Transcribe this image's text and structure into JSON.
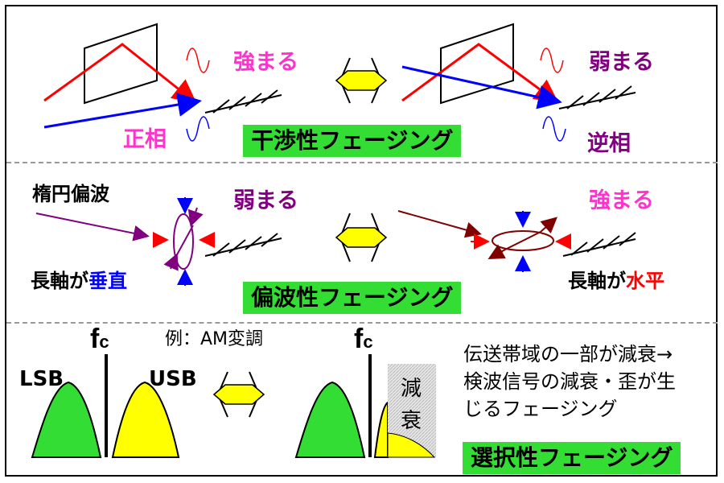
{
  "interference": {
    "title": "干渉性フェージング",
    "strengthen": "強まる",
    "weaken": "弱まる",
    "in_phase": "正相",
    "anti_phase": "逆相"
  },
  "polarization": {
    "title": "偏波性フェージング",
    "elliptical": "楕円偏波",
    "weaken": "弱まる",
    "strengthen": "強まる",
    "axis_prefix": "長軸が",
    "vertical": "垂直",
    "horizontal": "水平"
  },
  "selective": {
    "title": "選択性フェージング",
    "example": "例：AM変調",
    "fc_main": "f",
    "fc_sub": "c",
    "lsb": "LSB",
    "usb": "USB",
    "attenuation_1": "減",
    "attenuation_2": "衰",
    "desc_line1": "伝送帯域の一部が減衰→",
    "desc_line2": "検波信号の減衰・歪が生",
    "desc_line3": "じるフェージング"
  },
  "colors": {
    "magenta": "#ff33cc",
    "purple": "#800080",
    "blue": "#0000ff",
    "red": "#ff0000",
    "green": "#33dd33",
    "yellow": "#ffff00",
    "maroon": "#800000"
  }
}
